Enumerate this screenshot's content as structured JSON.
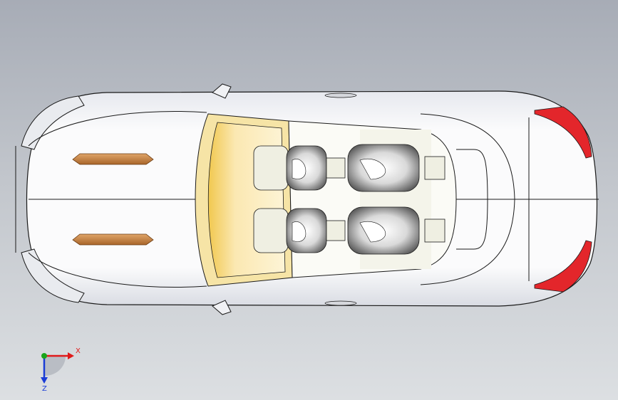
{
  "viewport": {
    "background_top": "#a7acb6",
    "background_bottom": "#dcdfe2",
    "model_subject": "car-top-view"
  },
  "colors": {
    "body": "#f6f7f9",
    "body_shadow": "#cfd3da",
    "outline": "#1a1a1a",
    "windshield_frame": "#f3d98a",
    "windshield_glass": "#fbe9b8",
    "vent": "#c9894a",
    "seat": "#efefe2",
    "seat_shade": "#6e6e6e",
    "tail_light": "#e3262b",
    "axis_x": "#e01a1a",
    "axis_y": "#1aa51a",
    "axis_z": "#1a3cd6"
  },
  "triad": {
    "x_label": "X",
    "z_label": "Z"
  }
}
